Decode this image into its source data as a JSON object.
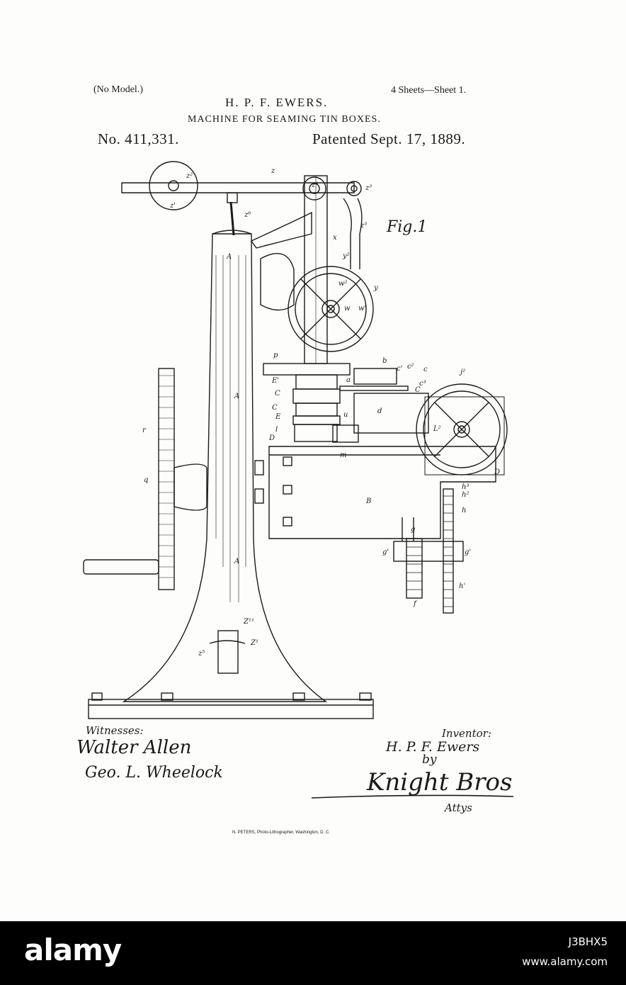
{
  "header": {
    "model": "(No Model.)",
    "inventor_name": "H. P. F. EWERS.",
    "sheets": "4 Sheets—Sheet 1.",
    "title": "MACHINE FOR SEAMING TIN BOXES.",
    "patent_number": "No. 411,331.",
    "patent_date": "Patented Sept. 17, 1889."
  },
  "figure": {
    "caption": "Fig.1",
    "labels": {
      "A_top": "A",
      "A_mid": "A",
      "A_low": "A",
      "B": "B",
      "D_left": "D",
      "D_right": "D",
      "z": "z",
      "z1": "z'",
      "z2": "z²",
      "z3": "z³",
      "z4": "z⁴",
      "z5": "z⁵",
      "z6": "z⁶",
      "x": "x",
      "y": "y",
      "y2": "y²",
      "w": "w",
      "w1": "w'",
      "w2": "w²",
      "p": "p",
      "E1": "E'",
      "C": "C",
      "C2": "C",
      "E": "E",
      "l": "l",
      "u": "u",
      "m": "m",
      "a": "a",
      "b": "b",
      "c": "c",
      "c1": "c'",
      "c2": "c²",
      "c3": "c³",
      "C3": "C",
      "d": "d",
      "j2": "j²",
      "L2": "L²",
      "h": "h",
      "h1": "h'",
      "h2": "h²",
      "h3": "h³",
      "g": "g",
      "g1": "g'",
      "g2": "g'",
      "f": "f",
      "r": "r",
      "q": "q",
      "Z11": "Z¹¹",
      "Z1b": "Z¹"
    }
  },
  "witnesses": {
    "heading": "Witnesses:",
    "name1": "Walter Allen",
    "name2": "Geo. L. Wheelock"
  },
  "inventor_block": {
    "heading": "Inventor:",
    "name": "H. P. F. Ewers",
    "by": "by",
    "attorneys": "Knight Bros",
    "attys": "Attys"
  },
  "printer": "N. PETERS, Photo-Lithographer, Washington, D. C.",
  "watermark_bar": {
    "logo": "alamy",
    "image_id": "J3BHX5",
    "url": "www.alamy.com"
  },
  "colors": {
    "ink": "#1a1a1a",
    "paper": "#fdfdfb",
    "bar": "#000000"
  }
}
